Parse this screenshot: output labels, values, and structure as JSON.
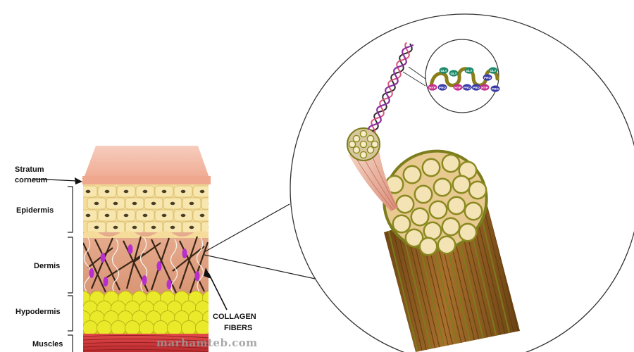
{
  "labels": {
    "stratum_line1": "Stratum",
    "stratum_line2": "corneum",
    "epidermis": "Epidermis",
    "dermis": "Dermis",
    "hypodermis": "Hypodermis",
    "muscles": "Muscles",
    "collagen_line1": "COLLAGEN",
    "collagen_line2": "FIBERS"
  },
  "amino_acids": [
    "GLY",
    "HYP",
    "PRO",
    "GLY",
    "HYP",
    "PRO",
    "GLY",
    "PRO",
    "HYP",
    "PRO",
    "GLY",
    "PRO"
  ],
  "watermark": "marhamteb.com",
  "colors": {
    "stratum": "#f3b6a3",
    "epidermis_cell": "#f6e3a6",
    "dermis": "#e2a58a",
    "hypodermis_fat": "#e8e62a",
    "muscle": "#d23a3c",
    "fiber_outer": "#8b5a1e",
    "fibril_ring": "#8a8a1e",
    "fibril_core": "#f3e2b3",
    "helix_purple": "#8a2fa0",
    "helix_pink": "#d9557a"
  }
}
